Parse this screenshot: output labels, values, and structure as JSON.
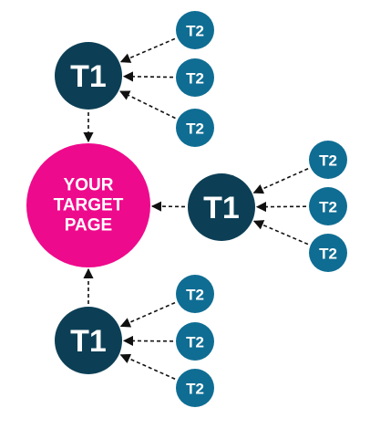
{
  "colors": {
    "target": "#ee0a8c",
    "t1": "#0c3f55",
    "t2": "#0f6d93",
    "edge": "#111111",
    "label": "#ffffff"
  },
  "target": {
    "lines": [
      "YOUR",
      "TARGET",
      "PAGE"
    ]
  },
  "tier1": [
    {
      "label": "T1",
      "children": [
        "T2",
        "T2",
        "T2"
      ]
    },
    {
      "label": "T1",
      "children": [
        "T2",
        "T2",
        "T2"
      ]
    },
    {
      "label": "T1",
      "children": [
        "T2",
        "T2",
        "T2"
      ]
    }
  ]
}
